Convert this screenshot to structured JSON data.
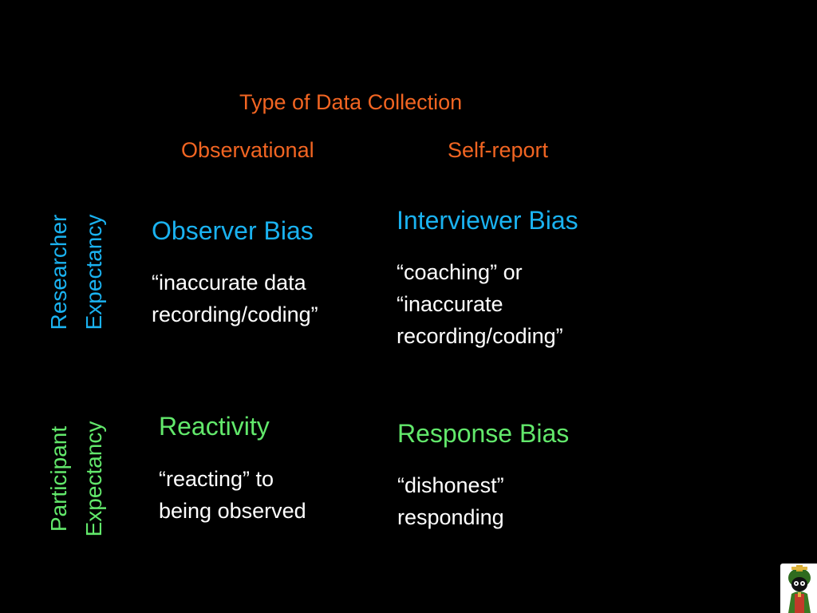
{
  "header": {
    "title": "Type of Data Collection",
    "col_observational": "Observational",
    "col_selfreport": "Self-report"
  },
  "rows": {
    "researcher": {
      "line1": "Researcher",
      "line2": "Expectancy"
    },
    "participant": {
      "line1": "Participant",
      "line2": "Expectancy"
    }
  },
  "cells": {
    "observer_bias": {
      "title": "Observer Bias",
      "line1": "“inaccurate data",
      "line2": "recording/coding”"
    },
    "interviewer_bias": {
      "title": "Interviewer Bias",
      "line1": "“coaching” or",
      "line2": "“inaccurate",
      "line3": "recording/coding”"
    },
    "reactivity": {
      "title": "Reactivity",
      "line1": "“reacting” to",
      "line2": "being observed"
    },
    "response_bias": {
      "title": "Response Bias",
      "line1": "“dishonest”",
      "line2": "responding"
    }
  },
  "colors": {
    "background": "#000000",
    "header_text": "#f26522",
    "researcher_text": "#1ab2f0",
    "participant_text": "#62e86b",
    "body_text": "#ffffff"
  },
  "icons": {
    "corner_logo": "cartoon-character-logo"
  }
}
